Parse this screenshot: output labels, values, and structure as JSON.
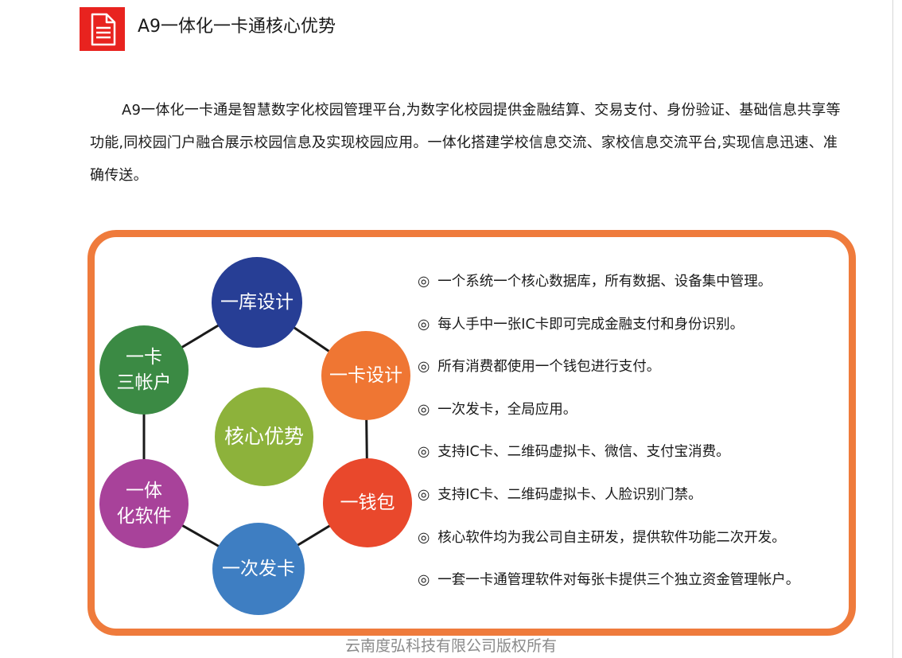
{
  "header": {
    "title": "A9一体化一卡通核心优势",
    "icon": "document-icon",
    "icon_color": "#e8231f"
  },
  "intro": {
    "text": "A9一体化一卡通是智慧数字化校园管理平台,为数字化校园提供金融结算、交易支付、身份验证、基础信息共享等功能,同校园门户融合展示校园信息及实现校园应用。一体化搭建学校信息交流、家校信息交流平台,实现信息迅速、准确传送。"
  },
  "diagram": {
    "center": {
      "label": "核心优势",
      "color": "#8db23b"
    },
    "nodes": [
      {
        "label": "一库设计",
        "color": "#273e95"
      },
      {
        "label": "一卡设计",
        "color": "#ef7633"
      },
      {
        "label": "一钱包",
        "color": "#e9482c"
      },
      {
        "label": "一次发卡",
        "color": "#3e7ec2"
      },
      {
        "label": "一体化软件",
        "line1": "一体",
        "line2": "化软件",
        "color": "#a8429a"
      },
      {
        "label": "一卡三帐户",
        "line1": "一卡",
        "line2": "三帐户",
        "color": "#3b8a44"
      }
    ]
  },
  "features": {
    "marker": "◎",
    "items": [
      "一个系统一个核心数据库，所有数据、设备集中管理。",
      "每人手中一张IC卡即可完成金融支付和身份识别。",
      "所有消费都使用一个钱包进行支付。",
      "一次发卡，全局应用。",
      "支持IC卡、二维码虚拟卡、微信、支付宝消费。",
      "支持IC卡、二维码虚拟卡、人脸识别门禁。",
      "核心软件均为我公司自主研发，提供软件功能二次开发。",
      "一套一卡通管理软件对每张卡提供三个独立资金管理帐户。"
    ]
  },
  "colors": {
    "panel_border": "#ef7b3c",
    "footer_text": "#8a8a8a"
  },
  "footer": {
    "text": "云南度弘科技有限公司版权所有"
  }
}
